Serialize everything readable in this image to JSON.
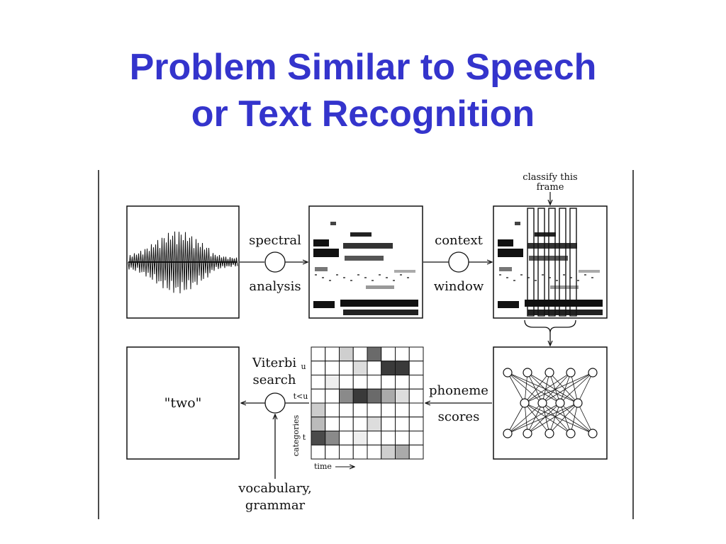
{
  "slide": {
    "title_line1": "Problem Similar to Speech",
    "title_line2": "or Text Recognition"
  },
  "diagram": {
    "spectral_label": "spectral",
    "analysis_label": "analysis",
    "context_label": "context",
    "window_label": "window",
    "classify_label_line1": "classify this",
    "classify_label_line2": "frame",
    "viterbi_label": "Viterbi",
    "search_label": "search",
    "phoneme_label": "phoneme",
    "scores_label": "scores",
    "output_word": "\"two\"",
    "vocabulary_label": "vocabulary,",
    "grammar_label": "grammar",
    "grid_u_label": "u",
    "grid_tu_label": "t<u",
    "grid_t_label": "t",
    "categories_label": "categories",
    "time_label": "time"
  },
  "colors": {
    "title": "#3434cc",
    "ink": "#111111"
  }
}
